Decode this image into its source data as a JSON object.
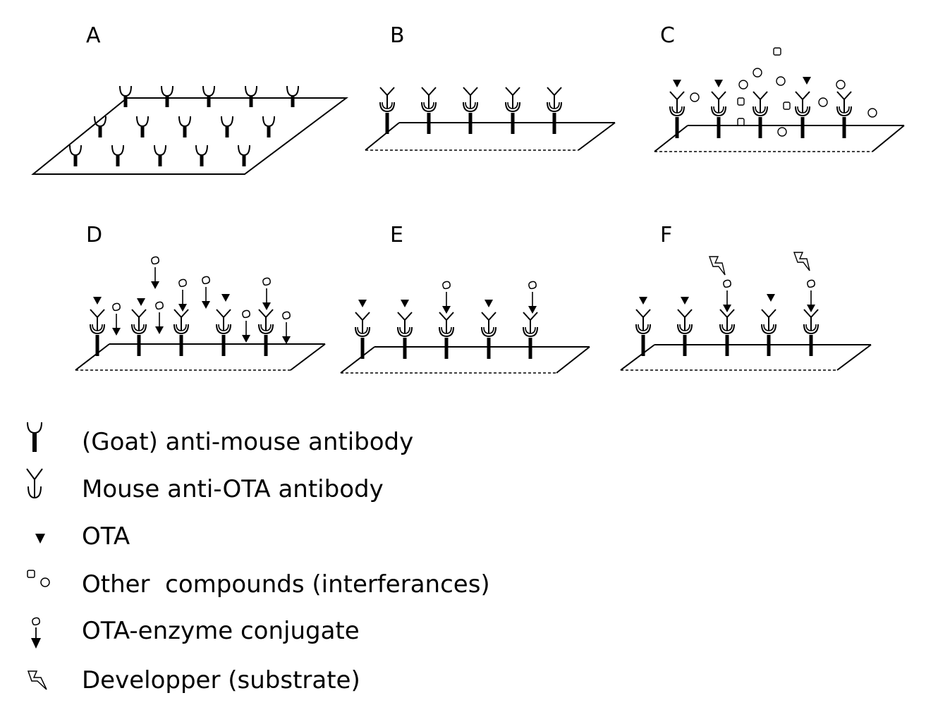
{
  "panels": {
    "A": "A",
    "B": "B",
    "C": "C",
    "D": "D",
    "E": "E",
    "F": "F"
  },
  "legend": [
    {
      "icon": "goat-anti-mouse-antibody-icon",
      "label": "(Goat) anti-mouse antibody"
    },
    {
      "icon": "mouse-anti-ota-antibody-icon",
      "label": "Mouse anti-OTA antibody"
    },
    {
      "icon": "ota-triangle-icon",
      "label": "OTA"
    },
    {
      "icon": "other-compounds-icon",
      "label": "Other  compounds (interferances)"
    },
    {
      "icon": "ota-enzyme-conjugate-icon",
      "label": "OTA-enzyme conjugate"
    },
    {
      "icon": "developer-substrate-icon",
      "label": "Developper (substrate)"
    }
  ]
}
